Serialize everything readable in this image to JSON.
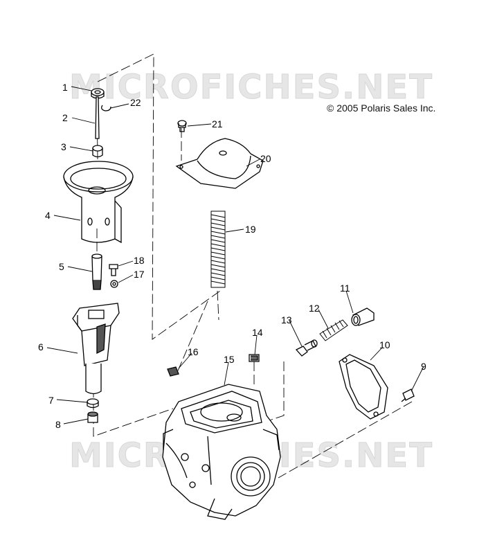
{
  "watermark": {
    "text": "MICROFICHES.NET"
  },
  "copyright": "© 2005 Polaris Sales Inc.",
  "callouts": [
    "1",
    "2",
    "3",
    "4",
    "5",
    "6",
    "7",
    "8",
    "9",
    "10",
    "11",
    "12",
    "13",
    "14",
    "15",
    "16",
    "17",
    "18",
    "19",
    "20",
    "21",
    "22"
  ]
}
